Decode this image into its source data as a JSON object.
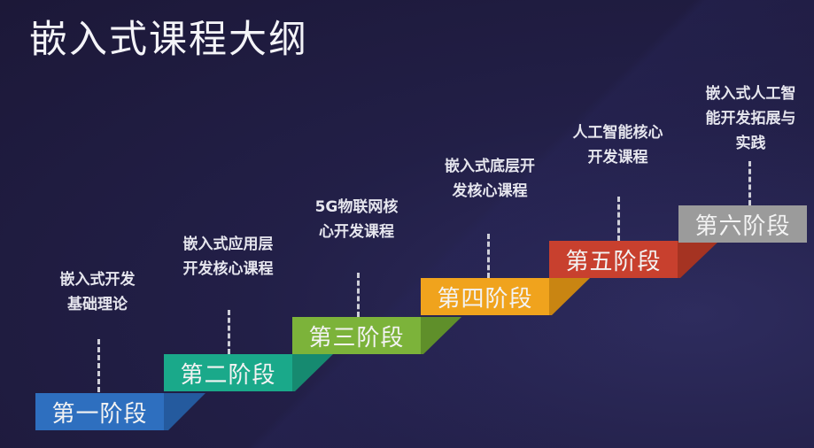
{
  "title": "嵌入式课程大纲",
  "stages": [
    {
      "label": "第一阶段",
      "desc_line1": "嵌入式开发",
      "desc_line2": "基础理论",
      "desc_line3": "",
      "color": "#2e6fbf"
    },
    {
      "label": "第二阶段",
      "desc_line1": "嵌入式应用层",
      "desc_line2": "开发核心课程",
      "desc_line3": "",
      "color": "#1aa98a"
    },
    {
      "label": "第三阶段",
      "desc_line1": "5G物联网核",
      "desc_line2": "心开发课程",
      "desc_line3": "",
      "color": "#7cb33a"
    },
    {
      "label": "第四阶段",
      "desc_line1": "嵌入式底层开",
      "desc_line2": "发核心课程",
      "desc_line3": "",
      "color": "#f0a31d"
    },
    {
      "label": "第五阶段",
      "desc_line1": "人工智能核心",
      "desc_line2": "开发课程",
      "desc_line3": "",
      "color": "#c8402e"
    },
    {
      "label": "第六阶段",
      "desc_line1": "嵌入式人工智",
      "desc_line2": "能开发拓展与",
      "desc_line3": "实践",
      "color": "#9b9b9b"
    }
  ]
}
